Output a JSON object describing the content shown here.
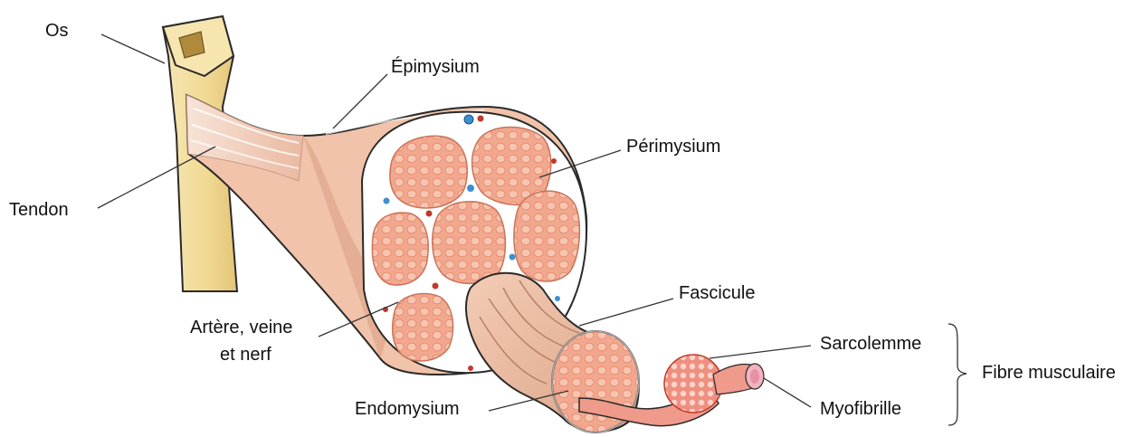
{
  "labels": {
    "os": "Os",
    "epimysium": "Épimysium",
    "perimysium": "Périmysium",
    "tendon": "Tendon",
    "fascicule": "Fascicule",
    "artere_line1": "Artère, veine",
    "artere_line2": "et nerf",
    "sarcolemme": "Sarcolemme",
    "fibre_musculaire": "Fibre musculaire",
    "endomysium": "Endomysium",
    "myofibrille": "Myofibrille"
  },
  "colors": {
    "bone": "#f3e1a6",
    "bone_outline": "#2a2a2a",
    "marrow": "#b08a3c",
    "tendon": "#f2d3c0",
    "muscle_sheath": "#f0c3aa",
    "muscle_shadow": "#d99d80",
    "fascicle_fill": "#f2a88f",
    "fiber_dot": "#f8c6b0",
    "perimysium": "#ffffff",
    "artery": "#c0392b",
    "vein": "#3f8fd0",
    "fibre": "#ef9a8b",
    "myofibril": "#f2b3c0"
  }
}
